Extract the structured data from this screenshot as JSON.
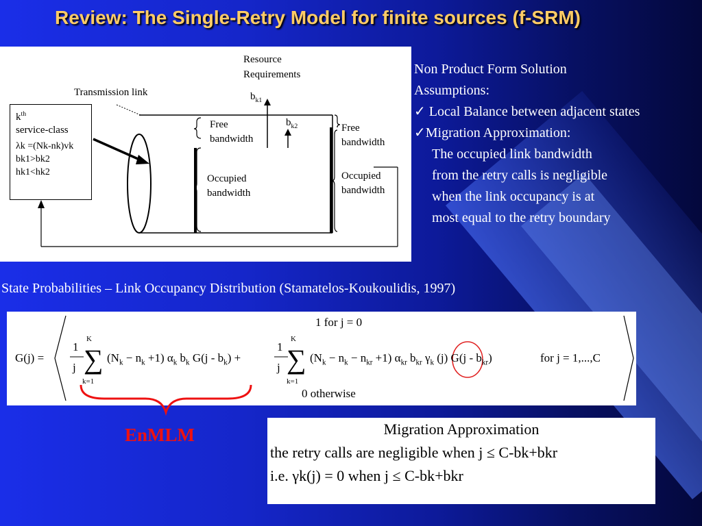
{
  "title": "Review: The Single-Retry Model for finite sources (f-SRM)",
  "diagram": {
    "resource_label_1": "Resource",
    "resource_label_2": "Requirements",
    "transmission_link": "Transmission link",
    "bk1": "b",
    "bk1_sub": "k1",
    "bk2": "b",
    "bk2_sub": "k2",
    "free_bw_left_1": "Free",
    "free_bw_left_2": "bandwidth",
    "free_bw_right_1": "Free",
    "free_bw_right_2": "bandwidth",
    "occupied_left_1": "Occupied",
    "occupied_left_2": "bandwidth",
    "occupied_right_1": "Occupied",
    "occupied_right_2": "bandwidth",
    "class_box": {
      "line1": "k",
      "line1_sup": "th",
      "line2": "service-class",
      "line3": "λk =(Nk-nk)vk",
      "line4": "bk1>bk2",
      "line5": "hk1<hk2"
    }
  },
  "assumptions": {
    "line1": "Non Product Form Solution",
    "line2": "Assumptions:",
    "line3": "✓ Local Balance between adjacent states",
    "line4": "✓Migration Approximation:",
    "line5": "The occupied link bandwidth",
    "line6": "from the retry calls is negligible",
    "line7": "when the link occupancy is at",
    "line8": "most equal to the retry boundary"
  },
  "state_probabilities": "State Probabilities – Link Occupancy Distribution (Stamatelos-Koukoulidis, 1997)",
  "formula": {
    "case1": "1    for  j = 0",
    "lhs": "G(j) =",
    "case3": "0     otherwise",
    "condition": "for  j = 1,...,C"
  },
  "enmlm_label": "EnMLM",
  "migration_box": {
    "title": "Migration Approximation",
    "line1": "the retry calls are negligible when j ≤ C-bk+bkr",
    "line2": "i.e. γk(j) = 0 when j ≤ C-bk+bkr"
  },
  "colors": {
    "title": "#ffcc66",
    "enmlm": "#ee1111",
    "background": "#1526c9"
  }
}
